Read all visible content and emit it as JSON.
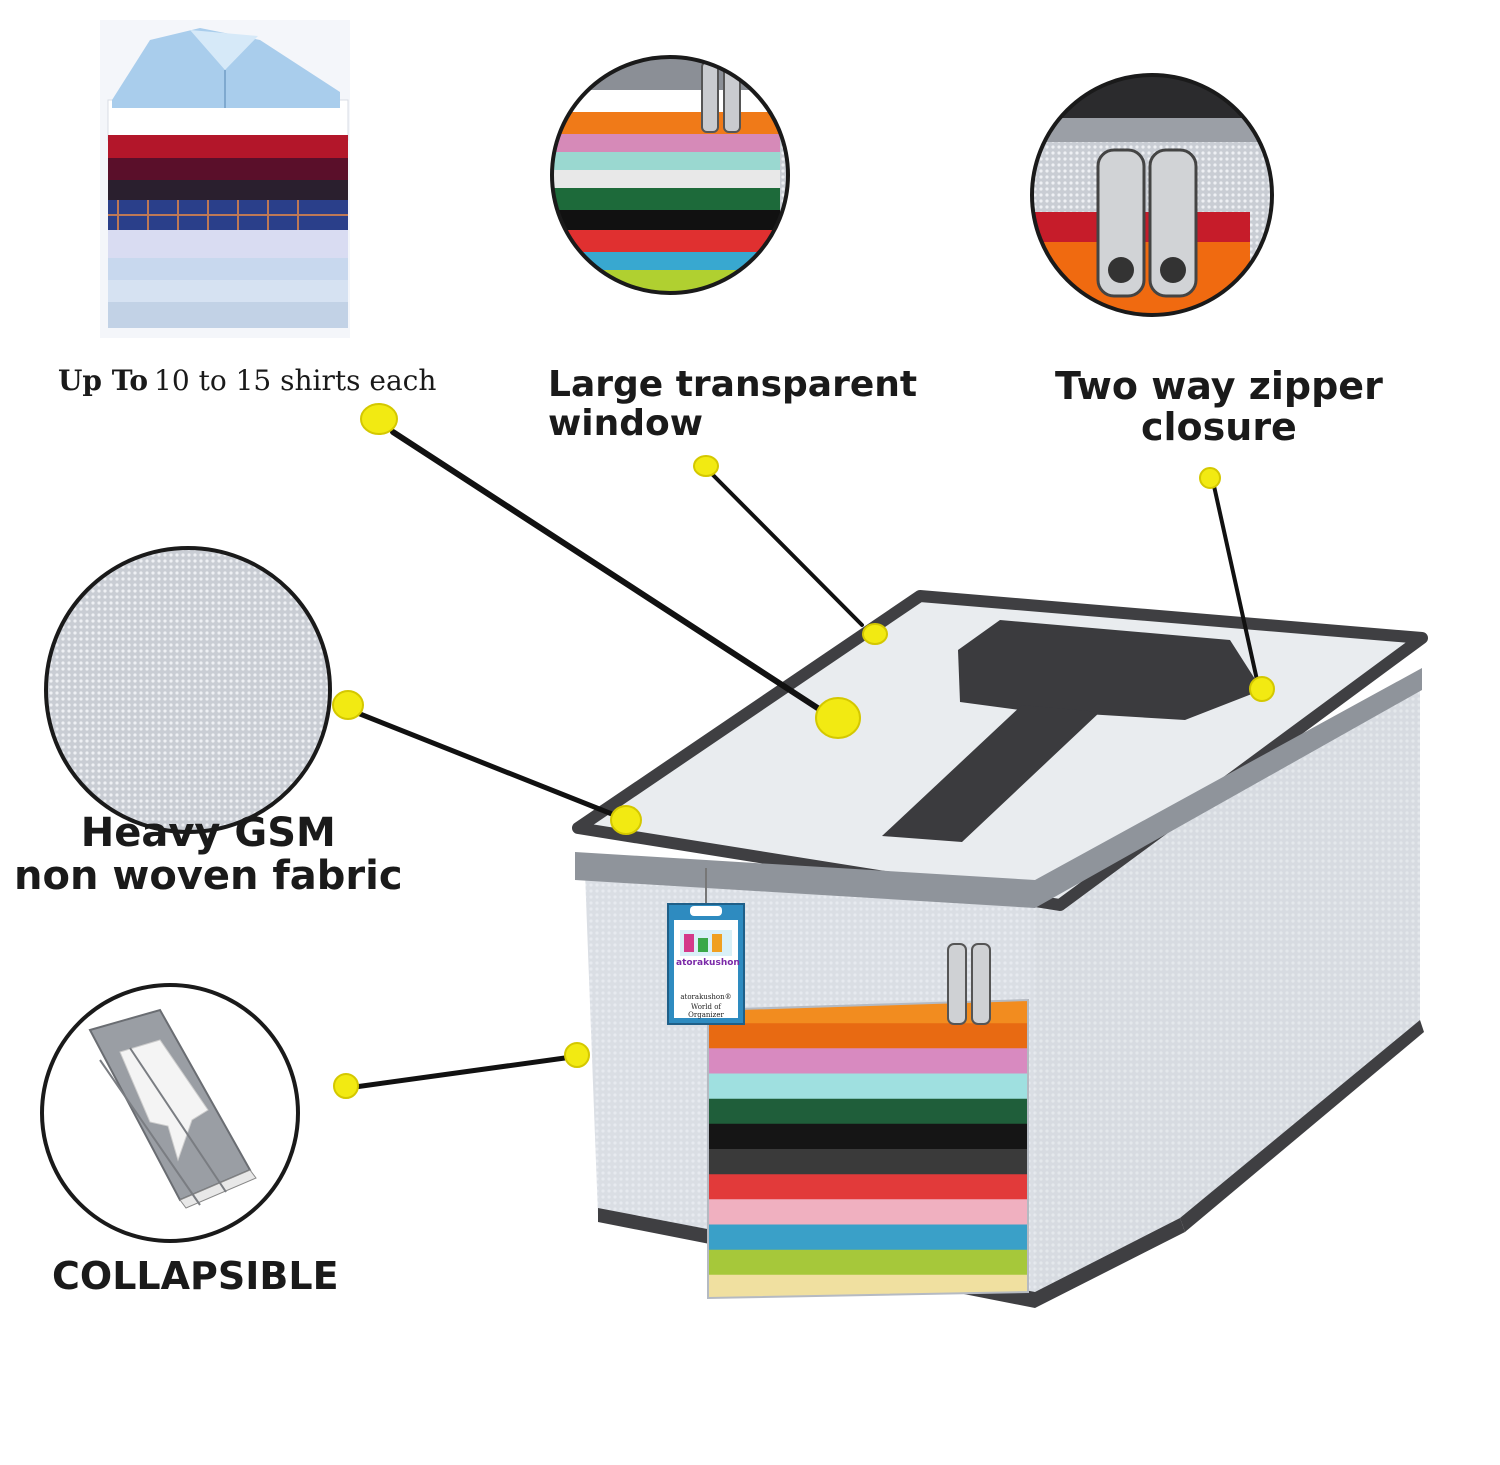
{
  "labels": {
    "shirts_prefix": "Up To",
    "shirts_suffix": "10 to 15 shirts each",
    "window_line1": "Large transparent",
    "window_line2": "window",
    "zipper_line1": "Two way zipper",
    "zipper_line2": "closure",
    "gsm_line1": "Heavy GSM",
    "gsm_line2": "non woven fabric",
    "collapsible": "COLLAPSIBLE"
  },
  "tag": {
    "brand": "atorakushon",
    "line1": "atorakushon®",
    "line2": "World of Organizer"
  },
  "colors": {
    "callout_dot": "#f2ea12",
    "leader_line": "#111111",
    "bag_fabric": "#e6eaee",
    "bag_trim": "#3f3f42",
    "shirt_icon": "#3b3b3e"
  },
  "shirt_colors": [
    "#f28c1f",
    "#e86a12",
    "#d88ac0",
    "#9fe0e0",
    "#1f5e3a",
    "#151515",
    "#3a3a3a",
    "#e23a3a",
    "#f0b0c0",
    "#3aa0c8",
    "#a6c83a",
    "#f0e0a0"
  ]
}
